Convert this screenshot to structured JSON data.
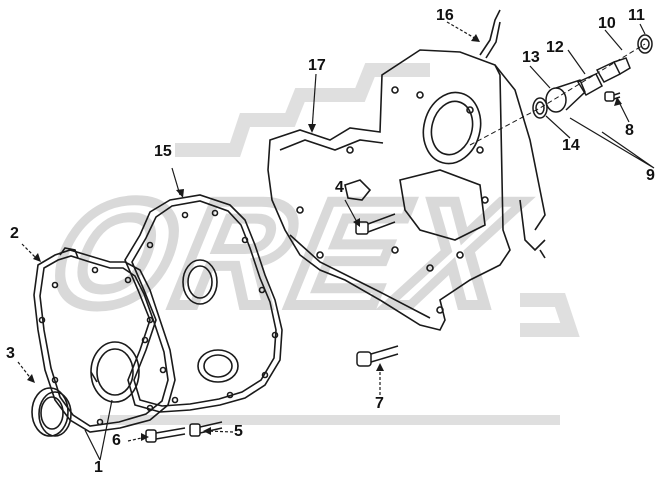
{
  "watermark": {
    "text": "OREX",
    "color": "#d9d9d9"
  },
  "colors": {
    "line": "#1a1a1a",
    "background": "#ffffff"
  },
  "callouts": [
    {
      "id": "c1",
      "label": "1"
    },
    {
      "id": "c2",
      "label": "2"
    },
    {
      "id": "c3",
      "label": "3"
    },
    {
      "id": "c4",
      "label": "4"
    },
    {
      "id": "c5",
      "label": "5"
    },
    {
      "id": "c6",
      "label": "6"
    },
    {
      "id": "c7",
      "label": "7"
    },
    {
      "id": "c8",
      "label": "8"
    },
    {
      "id": "c9",
      "label": "9"
    },
    {
      "id": "c10",
      "label": "10"
    },
    {
      "id": "c11",
      "label": "11"
    },
    {
      "id": "c12",
      "label": "12"
    },
    {
      "id": "c13",
      "label": "13"
    },
    {
      "id": "c14",
      "label": "14"
    },
    {
      "id": "c15",
      "label": "15"
    },
    {
      "id": "c16",
      "label": "16"
    },
    {
      "id": "c17",
      "label": "17"
    }
  ]
}
